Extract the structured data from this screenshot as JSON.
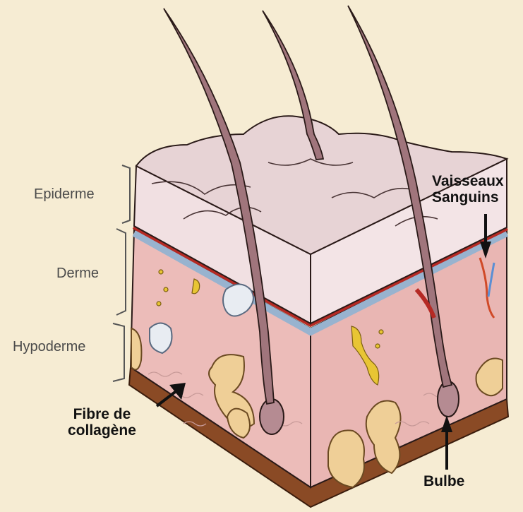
{
  "layers": [
    {
      "key": "epidermis",
      "label": "Epiderme"
    },
    {
      "key": "dermis",
      "label": "Derme"
    },
    {
      "key": "hypodermis",
      "label": "Hypoderme"
    }
  ],
  "callouts": {
    "vessels": "Vaisseaux\nSanguins",
    "collagen": "Fibre de\ncollagène",
    "bulb": "Bulbe"
  },
  "colors": {
    "background": "#f6ecd3",
    "epidermis": "#f1e0e2",
    "dermis": "#ecbcb9",
    "fat": "#efcf97",
    "base": "#8a4a25",
    "hair": "#a0757c",
    "blood_red": "#b52a24",
    "blood_blue": "#98b3cf"
  }
}
